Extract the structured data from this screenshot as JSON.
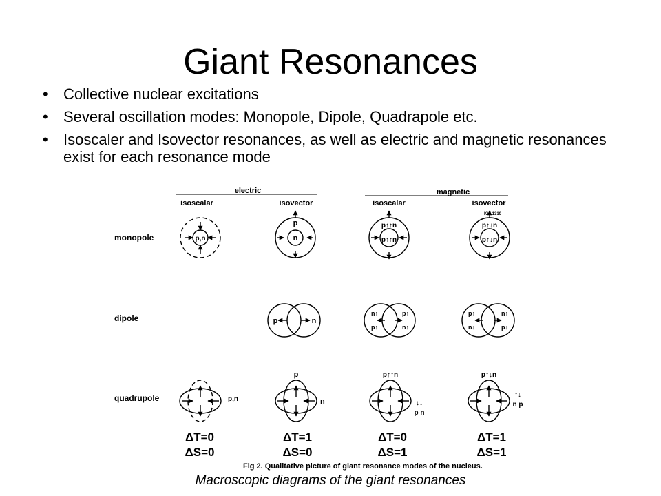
{
  "slide": {
    "title": "Giant Resonances",
    "bullets": [
      "Collective nuclear excitations",
      "Several oscillation modes: Monopole, Dipole, Quadrapole etc.",
      "Isoscaler and Isovector resonances, as well as electric and magnetic resonances exist for each resonance mode"
    ],
    "caption": "Macroscopic diagrams of the giant resonances"
  },
  "figure": {
    "header_electric": "electric",
    "header_magnetic": "magnetic",
    "columns": [
      "isoscalar",
      "isovector",
      "isoscalar",
      "isovector"
    ],
    "rows": [
      "monopole",
      "dipole",
      "quadrupole"
    ],
    "stamp": "KVI 1310",
    "delta_t": [
      "ΔT=0",
      "ΔT=1",
      "ΔT=0",
      "ΔT=1"
    ],
    "delta_s": [
      "ΔS=0",
      "ΔS=0",
      "ΔS=1",
      "ΔS=1"
    ],
    "fig_caption": "Fig 2. Qualitative picture of giant resonance modes of the nucleus.",
    "labels": {
      "pn": "p,n",
      "p": "p",
      "n": "n",
      "p_up_n_up": "p↑↑n",
      "p_up_n_down": "p↑↓n",
      "p_up": "p↑",
      "p_down": "p↓",
      "n_up": "n↑",
      "n_down": "n↓",
      "spin_pair_same": "↓↓",
      "spin_pair_opp": "↑↓",
      "pn_spaced": "p  n",
      "np_spaced": "n  p"
    }
  }
}
